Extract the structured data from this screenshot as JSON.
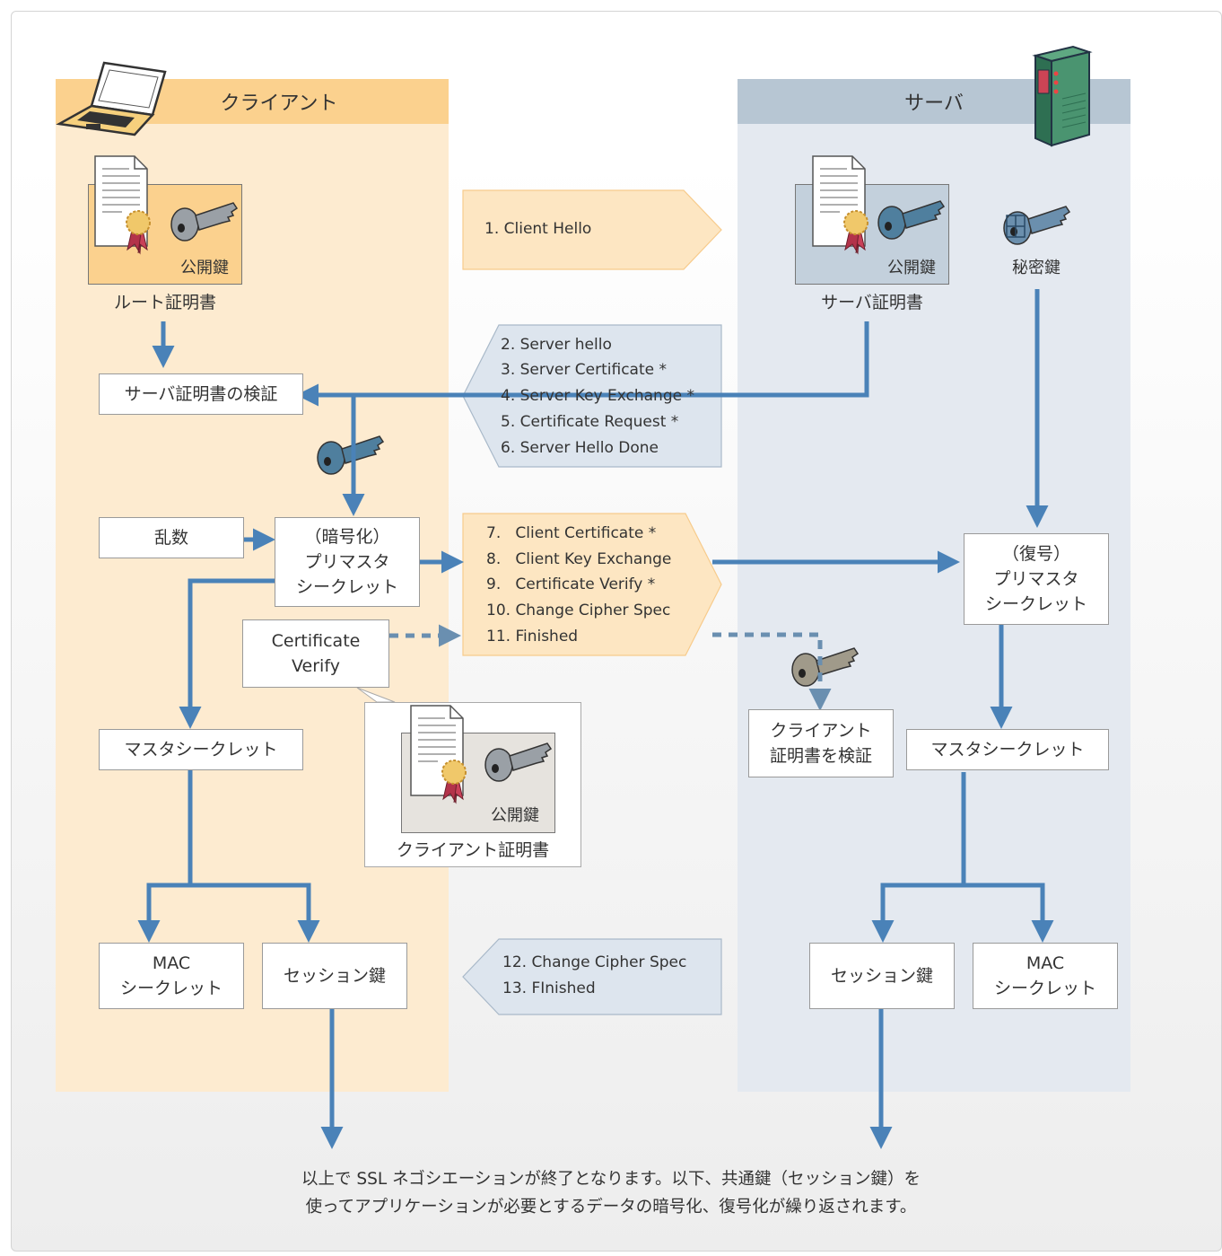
{
  "colors": {
    "client_bg": "#fdebd0",
    "client_header": "#fbd18e",
    "server_bg": "#e4e9f0",
    "server_header": "#b7c6d3",
    "arrow": "#4a82b8",
    "client_msg": "#fde6c2",
    "server_msg": "#dde5ee"
  },
  "client": {
    "title": "クライアント",
    "root_cert_caption": "ルート証明書",
    "root_cert_key": "公開鍵",
    "verify_server_cert": "サーバ証明書の検証",
    "random": "乱数",
    "premaster": "（暗号化）\nプリマスタ\nシークレット",
    "cert_verify": "Certificate\nVerify",
    "master": "マスタシークレット",
    "mac": "MAC\nシークレット",
    "session": "セッション鍵",
    "client_cert_caption": "クライアント証明書",
    "client_cert_key": "公開鍵"
  },
  "server": {
    "title": "サーバ",
    "server_cert_caption": "サーバ証明書",
    "server_cert_key": "公開鍵",
    "private_key": "秘密鍵",
    "premaster": "（復号）\nプリマスタ\nシークレット",
    "verify_client_cert": "クライアント\n証明書を検証",
    "master": "マスタシークレット",
    "session": "セッション鍵",
    "mac": "MAC\nシークレット"
  },
  "messages": {
    "client_hello": [
      "1. Client Hello"
    ],
    "server_block": [
      "2. Server hello",
      "3. Server Certificate *",
      "4. Server Key Exchange *",
      "5. Certificate Request *",
      "6. Server Hello Done"
    ],
    "client_block": [
      "7.   Client Certificate *",
      "8.   Client Key Exchange",
      "9.   Certificate Verify *",
      "10. Change Cipher Spec",
      "11. Finished"
    ],
    "server_final": [
      "12. Change Cipher Spec",
      "13. FInished"
    ]
  },
  "footer": [
    "以上で SSL ネゴシエーションが終了となります。以下、共通鍵（セッション鍵）を",
    "使ってアプリケーションが必要とするデータの暗号化、復号化が繰り返されます。"
  ]
}
